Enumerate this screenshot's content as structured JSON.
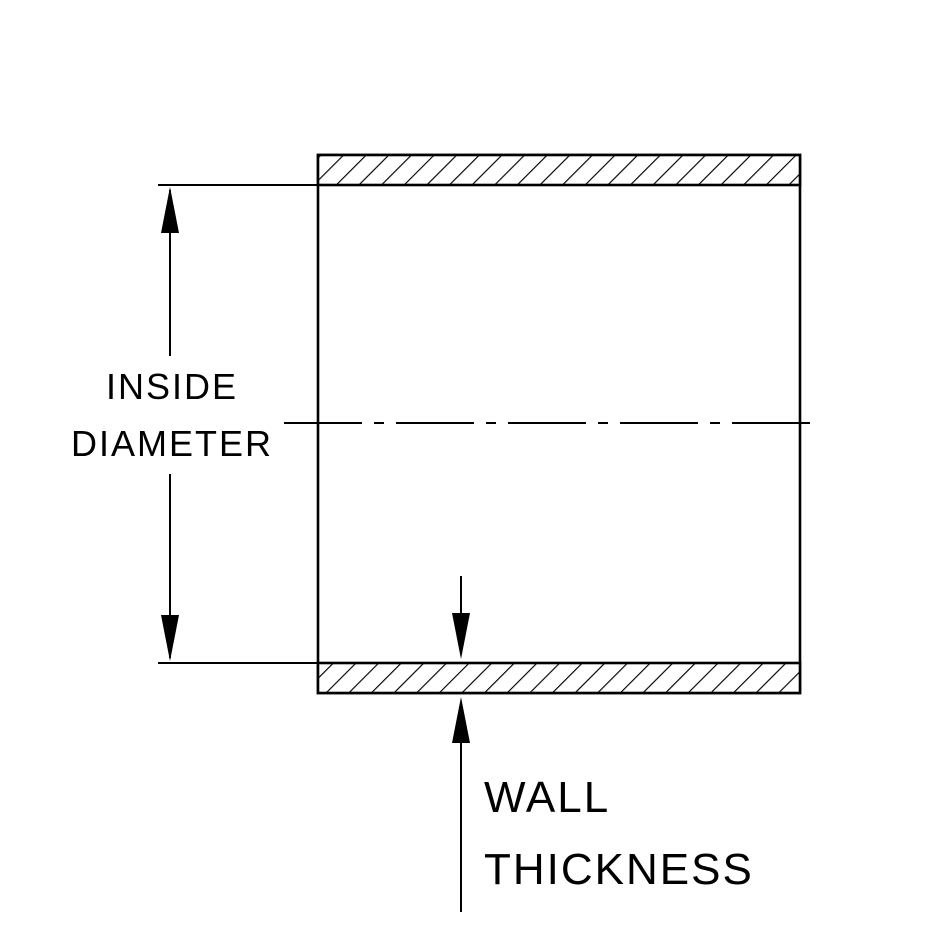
{
  "colors": {
    "line": "#000000",
    "background": "#ffffff"
  },
  "labels": {
    "inside_diameter": {
      "line1": "INSIDE",
      "line2": "DIAMETER"
    },
    "wall_thickness": {
      "line1": "WALL",
      "line2": "THICKNESS"
    }
  }
}
